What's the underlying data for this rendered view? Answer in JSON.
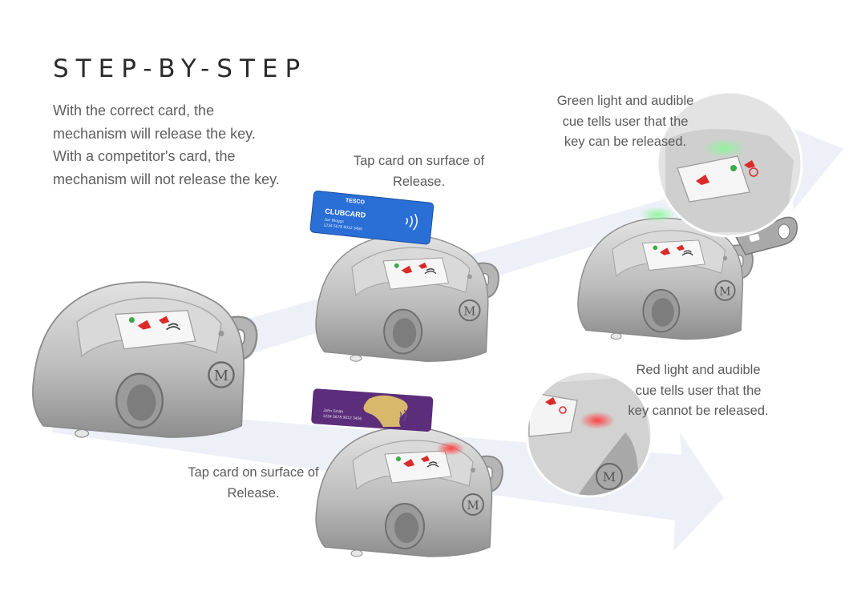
{
  "heading": "STEP-BY-STEP",
  "intro": "With the correct card, the mechanism will release the key. With a competitor's card, the mechanism will not release the key.",
  "captions": {
    "tap_top": "Tap card on surface of Release.",
    "green": "Green light and audible cue tells user that the key can be released.",
    "tap_bottom": "Tap card on surface of Release.",
    "red": "Red light and audible cue tells user that the key cannot be released."
  },
  "cards": {
    "tesco_brand": "TESCO",
    "tesco_name": "CLUBCARD",
    "tesco_holder": "Joe Bloggs",
    "tesco_number": "1234 5678 9012 3456",
    "competitor_holder": "John Smith",
    "competitor_number": "1234 5678 9012 3456"
  },
  "device_logo": "M",
  "colors": {
    "arrow": "#eef0f8",
    "device_body": "#c9c9c9",
    "tesco_card": "#2a6fd6",
    "competitor_card": "#5b2d7a",
    "competitor_accent": "#d8b86a",
    "green_light": "#7fe38a",
    "red_light": "#ff4a4a"
  }
}
